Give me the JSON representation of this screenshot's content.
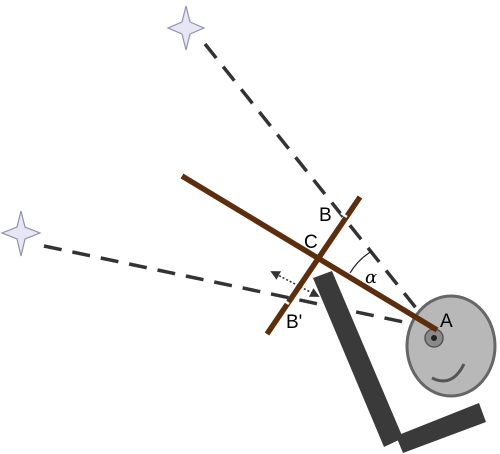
{
  "labels": {
    "A": "A",
    "B": "B",
    "B_prime": "B'",
    "C": "C",
    "alpha": "α"
  },
  "icons": {
    "star": "four-point-star-icon",
    "eye": "eye-icon",
    "holder": "hand-holder-icon"
  },
  "colors": {
    "staff": "#5c2e0e",
    "sight_line": "#333333",
    "star_fill": "#e6e6f5",
    "star_stroke": "#9090b0",
    "eye_fill": "#b8b8b8",
    "eye_stroke": "#666666",
    "holder": "#3a3a3a"
  }
}
